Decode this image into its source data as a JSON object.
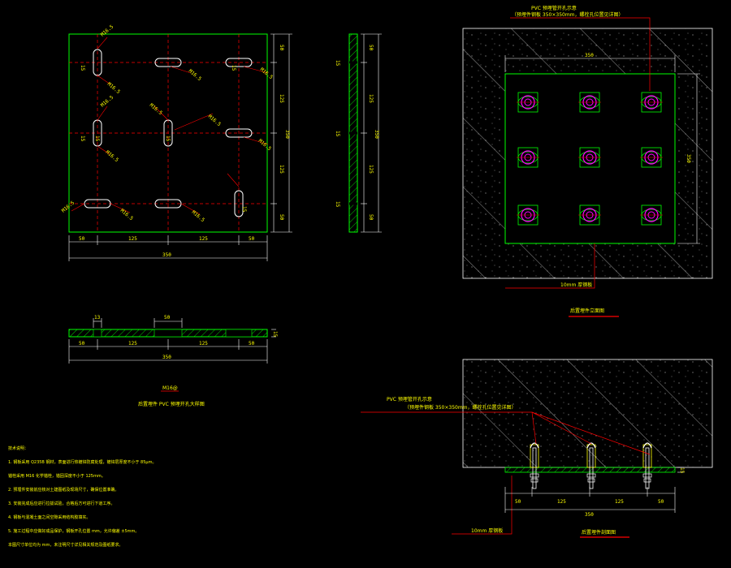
{
  "plate_plan": {
    "dims_bottom": [
      "50",
      "125",
      "125",
      "50"
    ],
    "dim_total": "350",
    "dims_right": [
      "50",
      "125",
      "125",
      "50"
    ],
    "dim_right_total": "350",
    "slot_labels": [
      "15",
      "15",
      "15",
      "15",
      "15",
      "15"
    ],
    "hole_labels": [
      "M16.5",
      "M16.5",
      "M16.5",
      "M16.5",
      "M16.5",
      "M16.5",
      "M16.5",
      "M16.5",
      "M16.5",
      "M16.5",
      "M16.5",
      "M16.5"
    ]
  },
  "plate_side": {
    "dims_left": [
      "15",
      "15",
      "15"
    ],
    "dims_right": [
      "50",
      "125",
      "125",
      "50"
    ],
    "dim_total": "350"
  },
  "plate_section": {
    "dim_top_left": "13",
    "dim_top_mid": "50",
    "dims_bottom": [
      "50",
      "125",
      "125",
      "50"
    ],
    "dim_total": "350",
    "dim_right": "15",
    "caption_code": "M16@",
    "caption": "后置埋件 PVC 预埋开孔大样图"
  },
  "elevation": {
    "leader_title": "PVC 预埋管开孔示意",
    "leader_sub": "（预埋件钢板 350×350mm，螺栓孔位置见详图）",
    "dim_top": "350",
    "dim_right": "350",
    "tag_bottom": "10mm 厚钢板",
    "caption": "后置埋件立面图"
  },
  "section": {
    "leader_title": "PVC 预埋管开孔示意",
    "leader_sub": "（预埋件钢板 350×350mm，螺栓孔位置见详图）",
    "dims_bottom": [
      "50",
      "125",
      "125",
      "50"
    ],
    "dim_total": "350",
    "dim_right": "15",
    "tag_bottom": "10mm 厚钢板",
    "caption": "后置埋件剖面图"
  },
  "notes": {
    "title": "技术说明：",
    "lines": [
      "1. 钢板采用 Q235B 钢材，表面进行热镀锌防腐处理，镀锌层厚度不小于 85μm。",
      "锚栓采用 M16 化学锚栓，锚固深度不小于 125mm。",
      "2. 预埋件安装前应核对土建图纸及现场尺寸，确保位置准确。",
      "3. 安装完成后应进行拉拔试验，合格后方可进行下道工序。",
      "4. 钢板与混凝土面之间空隙采用结构胶填实。",
      "5. 施工过程中应做好成品保护，钢板开孔位置      mm，允许偏差 ±5mm。",
      "   本图尺寸单位均为 mm，未注明尺寸详见相关规范及图纸要求。"
    ]
  }
}
